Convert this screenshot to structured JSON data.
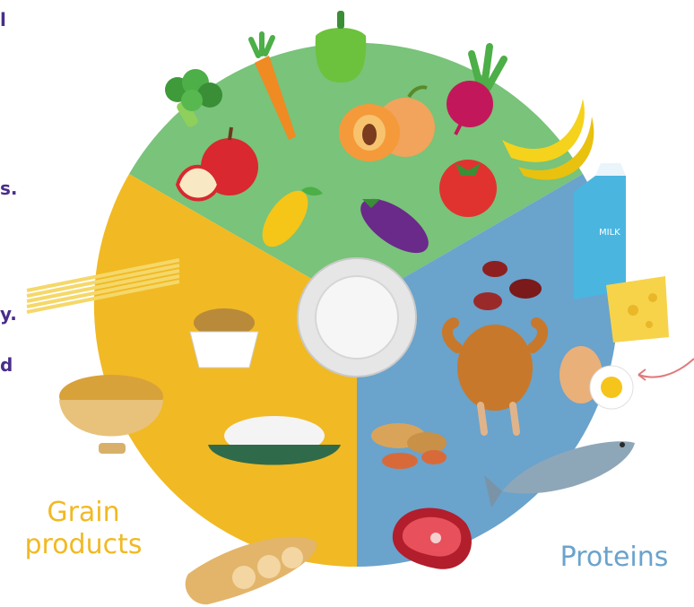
{
  "diagram": {
    "segments": [
      {
        "id": "fruits-vegetables",
        "label": "",
        "color": "#79c37a"
      },
      {
        "id": "proteins",
        "label": "Proteins",
        "color": "#6aa3cc"
      },
      {
        "id": "grain-products",
        "label": "Grain products",
        "label_lines": [
          "Grain",
          "products"
        ],
        "color": "#f1b923"
      }
    ],
    "center_plate": "plate-icon",
    "milk_carton_text": "MILK"
  },
  "left_edge_fragments": [
    "l",
    "s.",
    "y.",
    "d"
  ],
  "colors": {
    "fruit_veg": "#79c37a",
    "proteins": "#6aa3cc",
    "grains": "#f1b923",
    "edge_text": "#4a2d8a",
    "arrow": "#e07a7a"
  },
  "icons": [
    "broccoli-icon",
    "carrot-icon",
    "green-pepper-icon",
    "peach-icon",
    "beet-icon",
    "banana-icon",
    "apple-icon",
    "tomato-icon",
    "mango-icon",
    "eggplant-icon",
    "milk-carton-icon",
    "cheese-icon",
    "beans-icon",
    "roast-chicken-icon",
    "egg-icon",
    "peanuts-icon",
    "fish-icon",
    "steak-icon",
    "spaghetti-icon",
    "oatmeal-cup-icon",
    "rice-bowl-icon",
    "cereal-bowl-icon",
    "bread-loaf-icon",
    "plate-icon",
    "curved-arrow-icon"
  ]
}
